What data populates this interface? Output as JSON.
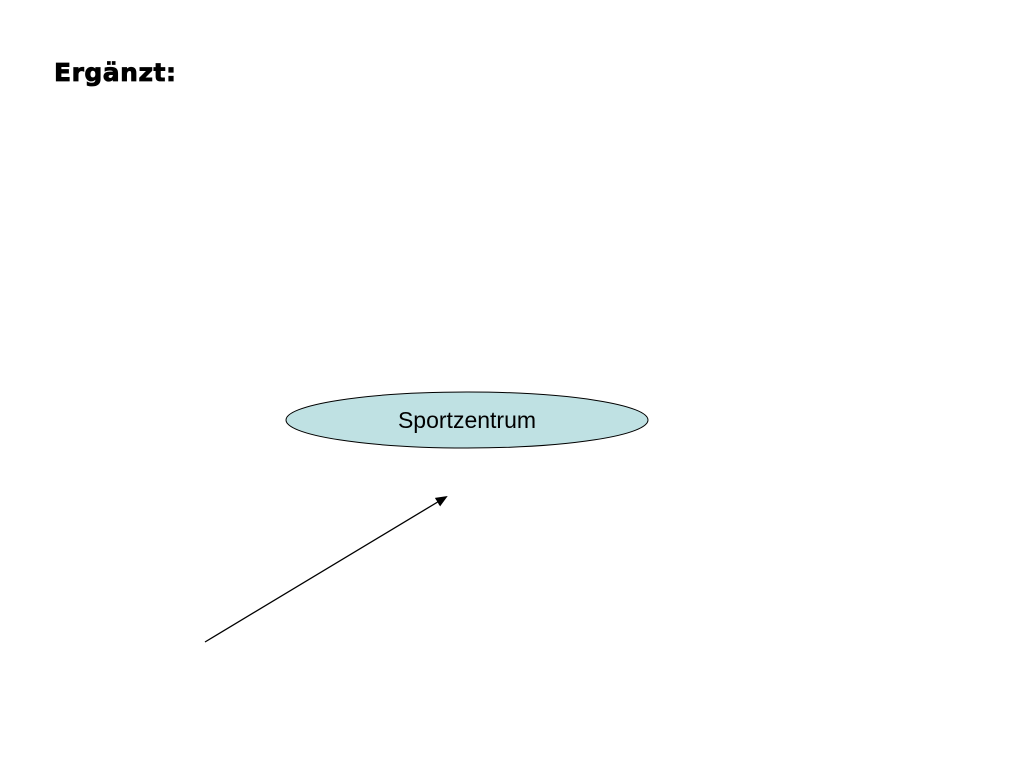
{
  "slide": {
    "title": "Ergänzt:"
  },
  "diagram": {
    "nodes": [
      {
        "id": "sportzentrum",
        "label": "Sportzentrum",
        "shape": "ellipse",
        "fill": "#bfe1e3",
        "stroke": "#000000"
      }
    ],
    "edges": [
      {
        "to": "sportzentrum",
        "arrow": "end",
        "color": "#000000"
      }
    ]
  }
}
